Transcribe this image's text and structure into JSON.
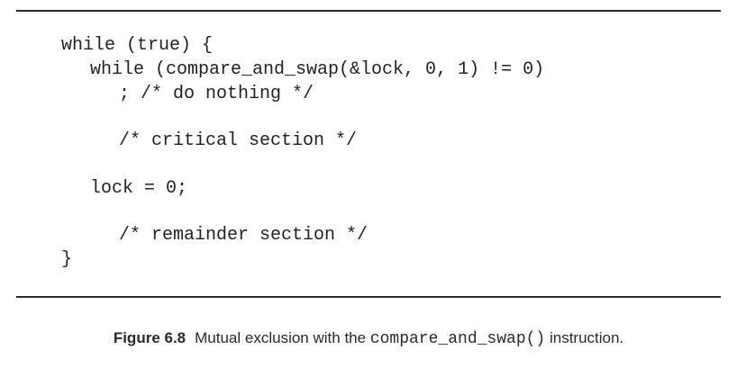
{
  "code": {
    "lines": [
      "while (true) {",
      "while (compare_and_swap(&lock, 0, 1) != 0)",
      "; /* do nothing */",
      "/* critical section */",
      "lock = 0;",
      "/* remainder section */",
      "}"
    ]
  },
  "caption": {
    "label": "Figure 6.8",
    "text_before": "Mutual exclusion with the ",
    "code": "compare_and_swap()",
    "text_after": " instruction."
  }
}
